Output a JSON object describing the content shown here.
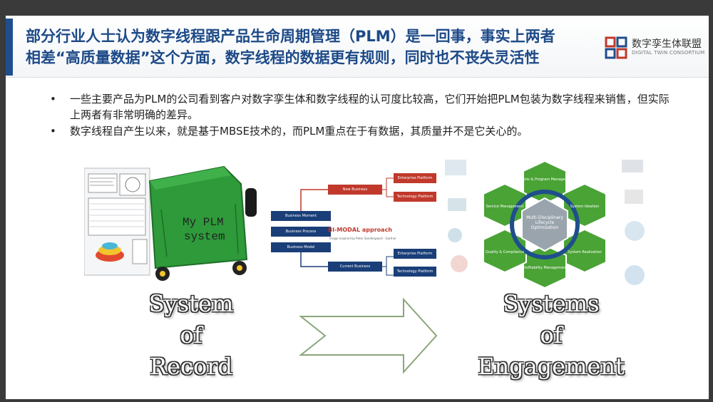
{
  "slide": {
    "title_line1": "部分行业人士认为数字线程跟产品生命周期管理（PLM）是一回事，事实上两者",
    "title_line2": "相差“高质量数据”这个方面，数字线程的数据更有规则，同时也不丧失灵活性"
  },
  "logo": {
    "name": "数字孪生体联盟",
    "subtitle": "DIGITAL TWIN CONSORTIUM"
  },
  "bullets": [
    "一些主要产品为PLM的公司看到客户对数字孪生体和数字线程的认可度比较高，它们开始把PLM包装为数字线程来销售，但实际上两者有非常明确的差异。",
    "数字线程自产生以来，就是基于MBSE技术的，而PLM重点在于有数据，其质量并不是它关心的。"
  ],
  "bullet_symbol": "•",
  "left_image": {
    "bin_label_line1": "My PLM",
    "bin_label_line2": "system"
  },
  "bimodal": {
    "title": "BI-MODAL approach",
    "subtitle": "Image inspired by Peter Sondergaard - Gartner",
    "left_boxes": [
      "Business Moment",
      "Business Process",
      "Business Model"
    ],
    "new_business": "New Business",
    "current_business": "Current Business",
    "top_right": [
      "Enterprise Platform",
      "Technology Platform"
    ],
    "bottom_right": [
      "Enterprise Platform",
      "Technology Platform"
    ]
  },
  "hex_diagram": {
    "center": "Multi-Disciplinary Lifecycle Optimization",
    "segments": [
      "Portfolio & Program Management",
      "System Ideation",
      "System Realization",
      "Profitability Management",
      "Quality & Compliance",
      "Service Management"
    ]
  },
  "left_caption": [
    "System",
    "of",
    "Record"
  ],
  "right_caption": [
    "Systems",
    "of",
    "Engagement"
  ],
  "colors": {
    "title": "#1d4a88",
    "accent_bar": "#1f4e8c",
    "bin_green": "#2e9a3a",
    "hex_green": "#4aa335",
    "bimodal_navy": "#1a3f78",
    "bimodal_red": "#c0392b"
  }
}
